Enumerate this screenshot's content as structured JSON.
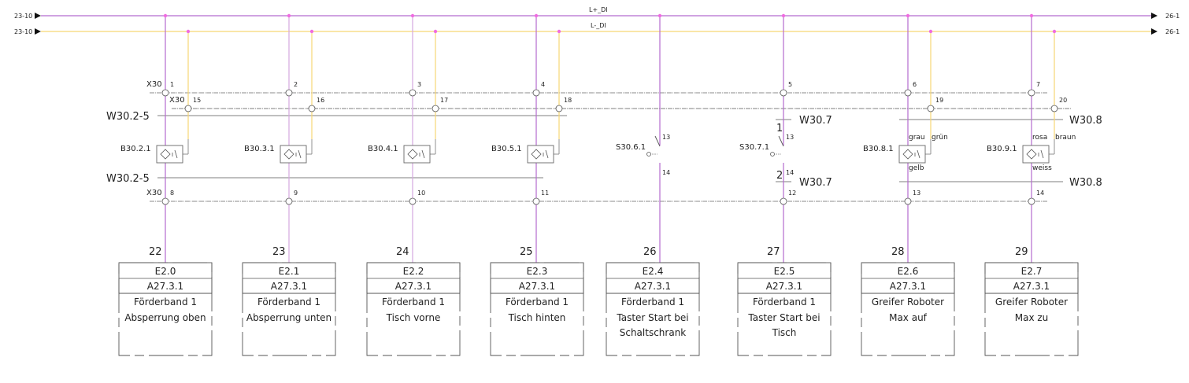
{
  "rails": {
    "plus": {
      "label": "L+_DI",
      "from": "23-10",
      "to": "26-1",
      "color": "#b56ccf"
    },
    "minus": {
      "label": "L-_DI",
      "from": "23-10",
      "to": "26-1",
      "color": "#f7d774"
    }
  },
  "colors": {
    "junction": "#f06ce0",
    "wire_purple": "#b56ccf",
    "wire_purple_light": "#d4a8e0",
    "wire_yellow": "#f7d774",
    "line": "#555555"
  },
  "terminal_strips": {
    "top_plus": "X30",
    "top_minus": "X30",
    "bottom": "X30"
  },
  "cables": [
    {
      "id": "w1",
      "label": "W30.2-5"
    },
    {
      "id": "w2",
      "label": "W30.2-5"
    },
    {
      "id": "w3",
      "label": "W30.7"
    },
    {
      "id": "w4",
      "label": "W30.7"
    },
    {
      "id": "w5",
      "label": "W30.8"
    },
    {
      "id": "w6",
      "label": "W30.8"
    }
  ],
  "switch_pins": {
    "s30_7_top": "1",
    "s30_7_bottom": "2"
  },
  "channels": [
    {
      "plus_terminal": "1",
      "minus_terminal": "15",
      "device": "B30.2.1",
      "device_type": "proximity-sensor",
      "out_terminal": "8",
      "addr_num": "22",
      "input": "E2.0",
      "module": "A27.3.1",
      "desc1": "Förderband 1",
      "desc2": "Absperrung oben",
      "desc3": ""
    },
    {
      "plus_terminal": "2",
      "minus_terminal": "16",
      "device": "B30.3.1",
      "device_type": "proximity-sensor",
      "out_terminal": "9",
      "addr_num": "23",
      "input": "E2.1",
      "module": "A27.3.1",
      "desc1": "Förderband 1",
      "desc2": "Absperrung unten",
      "desc3": ""
    },
    {
      "plus_terminal": "3",
      "minus_terminal": "17",
      "device": "B30.4.1",
      "device_type": "proximity-sensor",
      "out_terminal": "10",
      "addr_num": "24",
      "input": "E2.2",
      "module": "A27.3.1",
      "desc1": "Förderband 1",
      "desc2": "Tisch vorne",
      "desc3": ""
    },
    {
      "plus_terminal": "4",
      "minus_terminal": "18",
      "device": "B30.5.1",
      "device_type": "proximity-sensor",
      "out_terminal": "11",
      "addr_num": "25",
      "input": "E2.3",
      "module": "A27.3.1",
      "desc1": "Förderband 1",
      "desc2": "Tisch hinten",
      "desc3": ""
    },
    {
      "plus_terminal": "",
      "minus_terminal": "",
      "device": "S30.6.1",
      "device_type": "pushbutton",
      "contact_top": "13",
      "contact_bottom": "14",
      "out_terminal": "",
      "addr_num": "26",
      "input": "E2.4",
      "module": "A27.3.1",
      "desc1": "Förderband 1",
      "desc2": "Taster Start bei",
      "desc3": "Schaltschrank"
    },
    {
      "plus_terminal": "5",
      "minus_terminal": "",
      "device": "S30.7.1",
      "device_type": "pushbutton",
      "contact_top": "13",
      "contact_bottom": "14",
      "out_terminal": "12",
      "addr_num": "27",
      "input": "E2.5",
      "module": "A27.3.1",
      "desc1": "Förderband 1",
      "desc2": "Taster Start bei",
      "desc3": "Tisch"
    },
    {
      "plus_terminal": "6",
      "minus_terminal": "19",
      "device": "B30.8.1",
      "device_type": "proximity-sensor",
      "wire_plus": "grau",
      "wire_minus": "grün",
      "wire_out": "gelb",
      "out_terminal": "13",
      "addr_num": "28",
      "input": "E2.6",
      "module": "A27.3.1",
      "desc1": "Greifer Roboter",
      "desc2": "Max auf",
      "desc3": ""
    },
    {
      "plus_terminal": "7",
      "minus_terminal": "20",
      "device": "B30.9.1",
      "device_type": "proximity-sensor",
      "wire_plus": "rosa",
      "wire_minus": "braun",
      "wire_out": "weiss",
      "out_terminal": "14",
      "addr_num": "29",
      "input": "E2.7",
      "module": "A27.3.1",
      "desc1": "Greifer Roboter",
      "desc2": "Max zu",
      "desc3": ""
    }
  ]
}
